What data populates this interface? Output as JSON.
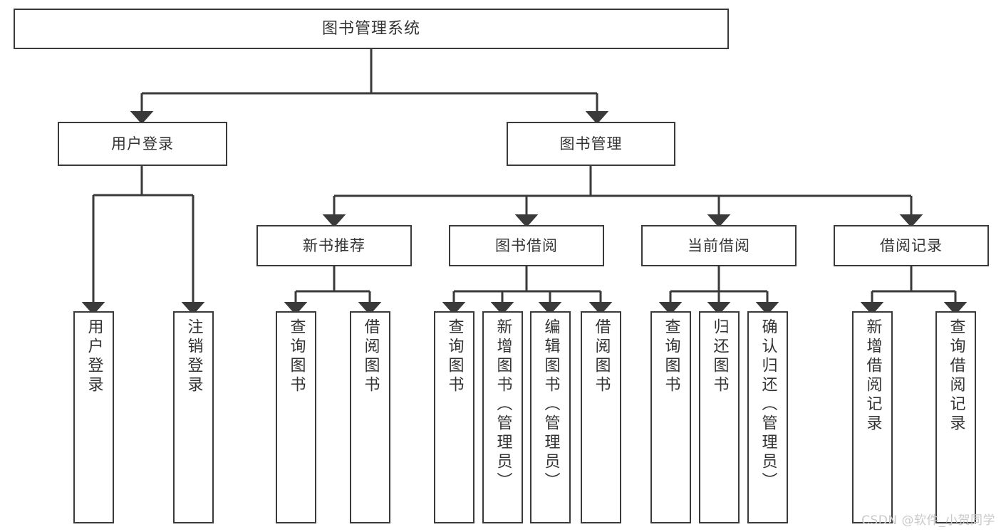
{
  "diagram": {
    "title": "图书管理系统",
    "type": "tree-hierarchy-diagram",
    "colors": {
      "box_border": "#3a3a3a",
      "box_fill": "#ffffff",
      "line": "#3a3a3a",
      "text": "#333333",
      "watermark": "#c9c9c9"
    },
    "root": {
      "label": "图书管理系统"
    },
    "level2": [
      {
        "label": "用户登录"
      },
      {
        "label": "图书管理"
      }
    ],
    "level3": [
      {
        "label": "新书推荐"
      },
      {
        "label": "图书借阅"
      },
      {
        "label": "当前借阅"
      },
      {
        "label": "借阅记录"
      }
    ],
    "leaves": {
      "user_login": [
        {
          "label": "用户登录"
        },
        {
          "label": "注销登录"
        }
      ],
      "new_book_recommend": [
        {
          "label": "查询图书"
        },
        {
          "label": "借阅图书"
        }
      ],
      "book_borrow": [
        {
          "label": "查询图书"
        },
        {
          "label": "新增图书（管理员）"
        },
        {
          "label": "编辑图书（管理员）"
        },
        {
          "label": "借阅图书"
        }
      ],
      "current_borrow": [
        {
          "label": "查询图书"
        },
        {
          "label": "归还图书"
        },
        {
          "label": "确认归还（管理员）"
        }
      ],
      "borrow_record": [
        {
          "label": "新增借阅记录"
        },
        {
          "label": "查询借阅记录"
        }
      ]
    },
    "watermark": "CSDN @软件_小贺同学"
  }
}
